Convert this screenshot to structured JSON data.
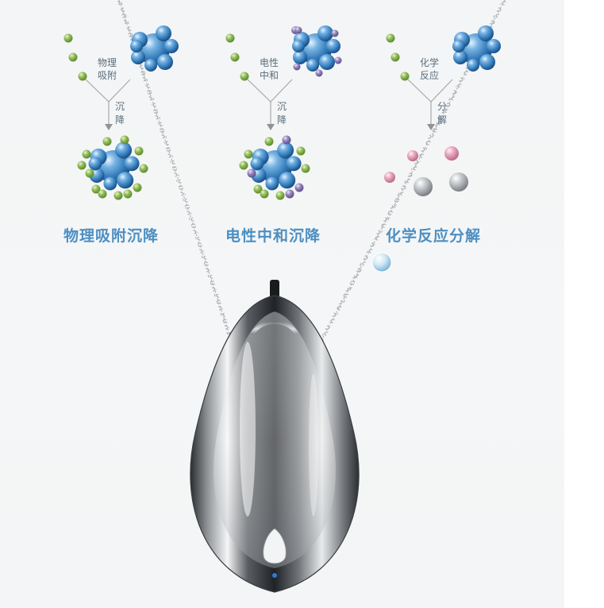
{
  "colors": {
    "caption": "#4d8fc2",
    "label": "#5a6e7d",
    "molecule_blue": "#3f88c4",
    "particle_green": "#8bb552",
    "particle_purple": "#8f7fb4",
    "particle_pink": "#e59bb3",
    "particle_gray": "#a8abae",
    "indicator_led": "#2e7bd6"
  },
  "processes": [
    {
      "id": "physical-adsorption",
      "label_top": [
        "物理",
        "吸附"
      ],
      "label_bottom": [
        "沉",
        "降"
      ],
      "caption": "物理吸附沉降",
      "particles": [
        "green"
      ],
      "result": "aggregate"
    },
    {
      "id": "charge-neutralization",
      "label_top": [
        "电性",
        "中和"
      ],
      "label_bottom": [
        "沉",
        "降"
      ],
      "caption": "电性中和沉降",
      "particles": [
        "green",
        "purple"
      ],
      "result": "aggregate"
    },
    {
      "id": "chemical-decomposition",
      "label_top": [
        "化学",
        "反应"
      ],
      "label_bottom": [
        "分",
        "解"
      ],
      "caption": "化学反应分解",
      "particles": [
        "green"
      ],
      "result": "decomposed"
    }
  ],
  "device": {
    "name": "wearable-air-purifier-pendant",
    "led_on": true
  }
}
